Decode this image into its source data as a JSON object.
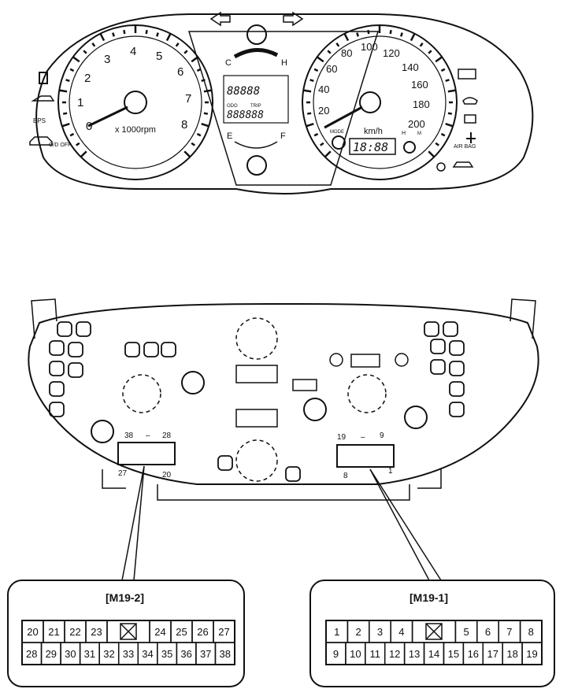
{
  "tach": {
    "numbers": [
      "0",
      "1",
      "2",
      "3",
      "4",
      "5",
      "6",
      "7",
      "8"
    ],
    "unit": "x 1000rpm"
  },
  "speedo": {
    "numbers": [
      "20",
      "40",
      "60",
      "80",
      "100",
      "120",
      "140",
      "160",
      "180",
      "200"
    ],
    "unit": "km/h",
    "mode_label": "MODE",
    "h_label": "H",
    "m_label": "M"
  },
  "clock": {
    "value": "18:88"
  },
  "temp": {
    "cold": "C",
    "hot": "H"
  },
  "fuel": {
    "empty": "E",
    "full": "F"
  },
  "lcd": {
    "odo": "ODO",
    "trip": "TRIP",
    "digits_top": "88888",
    "digits_bottom": "888888"
  },
  "left_indicators": {
    "eps": "EPS",
    "od_off": "O/D\nOFF"
  },
  "right_indicators": {
    "airbag": "AIR\nBAG"
  },
  "back": {
    "connector2_pins": {
      "top_left": "38",
      "top_right": "28",
      "bottom_left": "27",
      "bottom_right": "20"
    },
    "connector1_pins": {
      "top_left": "19",
      "top_right": "9",
      "bottom_left": "8",
      "bottom_right": "1"
    },
    "dash": "–"
  },
  "m19_2": {
    "title": "[M19-2]",
    "row1": [
      "20",
      "21",
      "22",
      "23",
      "",
      "24",
      "25",
      "26",
      "27"
    ],
    "row2": [
      "28",
      "29",
      "30",
      "31",
      "32",
      "33",
      "34",
      "35",
      "36",
      "37",
      "38"
    ]
  },
  "m19_1": {
    "title": "[M19-1]",
    "row1": [
      "1",
      "2",
      "3",
      "4",
      "",
      "5",
      "6",
      "7",
      "8"
    ],
    "row2": [
      "9",
      "10",
      "11",
      "12",
      "13",
      "14",
      "15",
      "16",
      "17",
      "18",
      "19"
    ]
  }
}
